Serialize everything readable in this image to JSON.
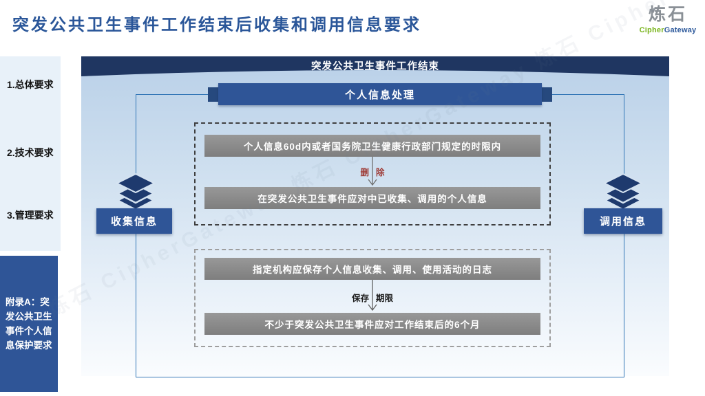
{
  "slide": {
    "title": "突发公共卫生事件工作结束后收集和调用信息要求",
    "logo": {
      "zh": "炼石",
      "en_green": "Cipher",
      "en_blue": "Gateway"
    }
  },
  "sidebar": {
    "items": [
      "1.总体要求",
      "2.技术要求",
      "3.管理要求"
    ],
    "appendix": "附录A：突发公共卫生事件个人信息保护要求"
  },
  "flow": {
    "header": "突发公共卫生事件工作结束",
    "process_banner": "个人信息处理",
    "collect_node": "收集信息",
    "retrieve_node": "调用信息",
    "deletion_group": {
      "condition": "个人信息60d内或者国务院卫生健康行政部门规定的时限内",
      "arrow_label_left": "删",
      "arrow_label_right": "除",
      "target": "在突发公共卫生事件应对中已收集、调用的个人信息"
    },
    "log_group": {
      "requirement": "指定机构应保存个人信息收集、调用、使用活动的日志",
      "arrow_label_left": "保存",
      "arrow_label_right": "期限",
      "duration": "不少于突发公共卫生事件应对工作结束后的6个月"
    }
  },
  "watermark": "炼石 CipherGateway    炼石 CipherGateway    炼石 CipherGateway",
  "colors": {
    "title": "#2A5699",
    "header_navy": "#1F3661",
    "banner_blue": "#2F5597",
    "node_blue": "#2F5597",
    "icon_navy": "#1E3A6E",
    "connector_blue": "#2E74B5",
    "bar_gray": "#868686",
    "delete_red": "#9E3B36",
    "sidebar_light": "#E8F1F9",
    "appendix_blue": "#2F5597",
    "logo_green": "#7AB51D",
    "logo_blue": "#2E5A9C"
  }
}
